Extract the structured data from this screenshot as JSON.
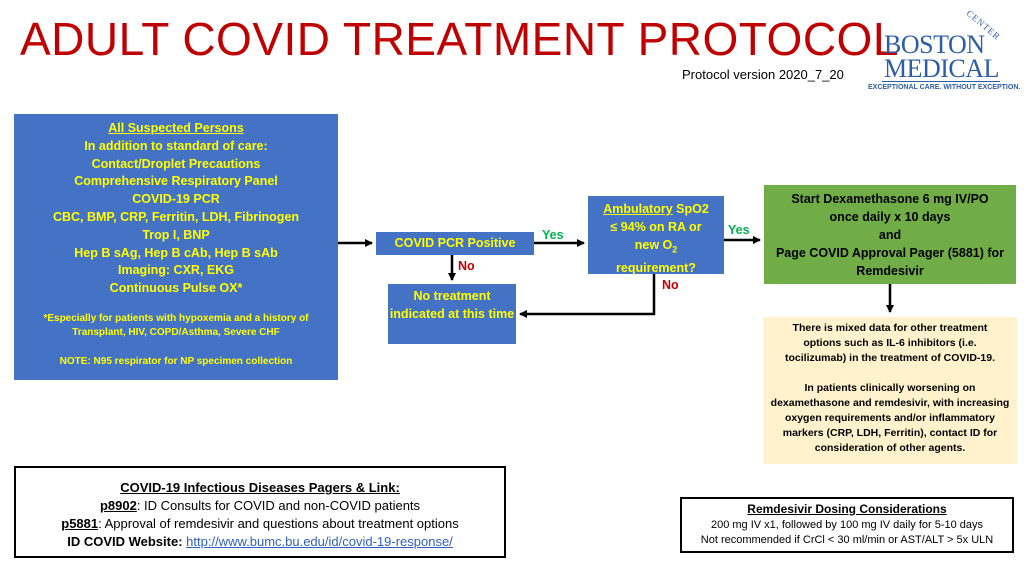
{
  "title": "ADULT COVID TREATMENT PROTOCOL",
  "version": "Protocol version 2020_7_20",
  "logo": {
    "center": "CENTER",
    "line1": "BOSTON",
    "line2": "MEDICAL",
    "tagline": "EXCEPTIONAL CARE. WITHOUT EXCEPTION."
  },
  "suspected": {
    "heading": "All Suspected Persons",
    "lines": [
      "In addition to standard of care:",
      "Contact/Droplet Precautions",
      "Comprehensive Respiratory Panel",
      "COVID-19 PCR",
      "CBC, BMP, CRP, Ferritin, LDH, Fibrinogen",
      "Trop I, BNP",
      "Hep B sAg, Hep B cAb, Hep B sAb",
      "Imaging: CXR, EKG",
      "Continuous Pulse OX*"
    ],
    "footnote": "*Especially for patients with hypoxemia and a history of Transplant, HIV, COPD/Asthma, Severe CHF",
    "note": "NOTE: N95 respirator for NP specimen collection"
  },
  "pcr_positive": "COVID PCR Positive",
  "no_treatment": "No treatment indicated at this time",
  "spo2": {
    "line1_underlined": "Ambulatory",
    "line1_rest": " SpO2",
    "line2": "≤ 94% on RA or",
    "line3_pre": "new O",
    "line3_sub": "2",
    "line4": "requirement?"
  },
  "labels": {
    "yes": "Yes",
    "no": "No"
  },
  "treatment": {
    "line1": "Start Dexamethasone 6 mg IV/PO",
    "line2": "once daily x 10 days",
    "line3": "and",
    "line4": "Page COVID Approval Pager (5881) for",
    "line5": "Remdesivir"
  },
  "mixed": {
    "para1": "There is mixed data for other treatment options such as IL-6 inhibitors (i.e. tocilizumab) in the treatment of COVID-19.",
    "para2": "In patients clinically worsening on dexamethasone and remdesivir, with increasing oxygen requirements and/or inflammatory markers (CRP, LDH, Ferritin), contact ID for consideration of other agents."
  },
  "pagers": {
    "heading": "COVID-19 Infectious Diseases Pagers & Link:",
    "p1_code": "p8902",
    "p1_text": ": ID Consults for COVID and non-COVID patients",
    "p2_code": "p5881",
    "p2_text": ": Approval of remdesivir and questions about treatment options",
    "site_label": "ID COVID Website: ",
    "site_url": "http://www.bumc.bu.edu/id/covid-19-response/"
  },
  "remdesivir": {
    "heading": "Remdesivir Dosing Considerations",
    "line1": "200 mg IV x1, followed by 100 mg IV daily for 5-10 days",
    "line2": "Not recommended  if CrCl < 30 ml/min or AST/ALT > 5x ULN"
  },
  "colors": {
    "title": "#c00000",
    "box_blue": "#4472c4",
    "box_text_yellow": "#ffff00",
    "box_green": "#70ad47",
    "box_note": "#fff2cc",
    "yes_green": "#00b050",
    "no_red": "#c00000"
  }
}
